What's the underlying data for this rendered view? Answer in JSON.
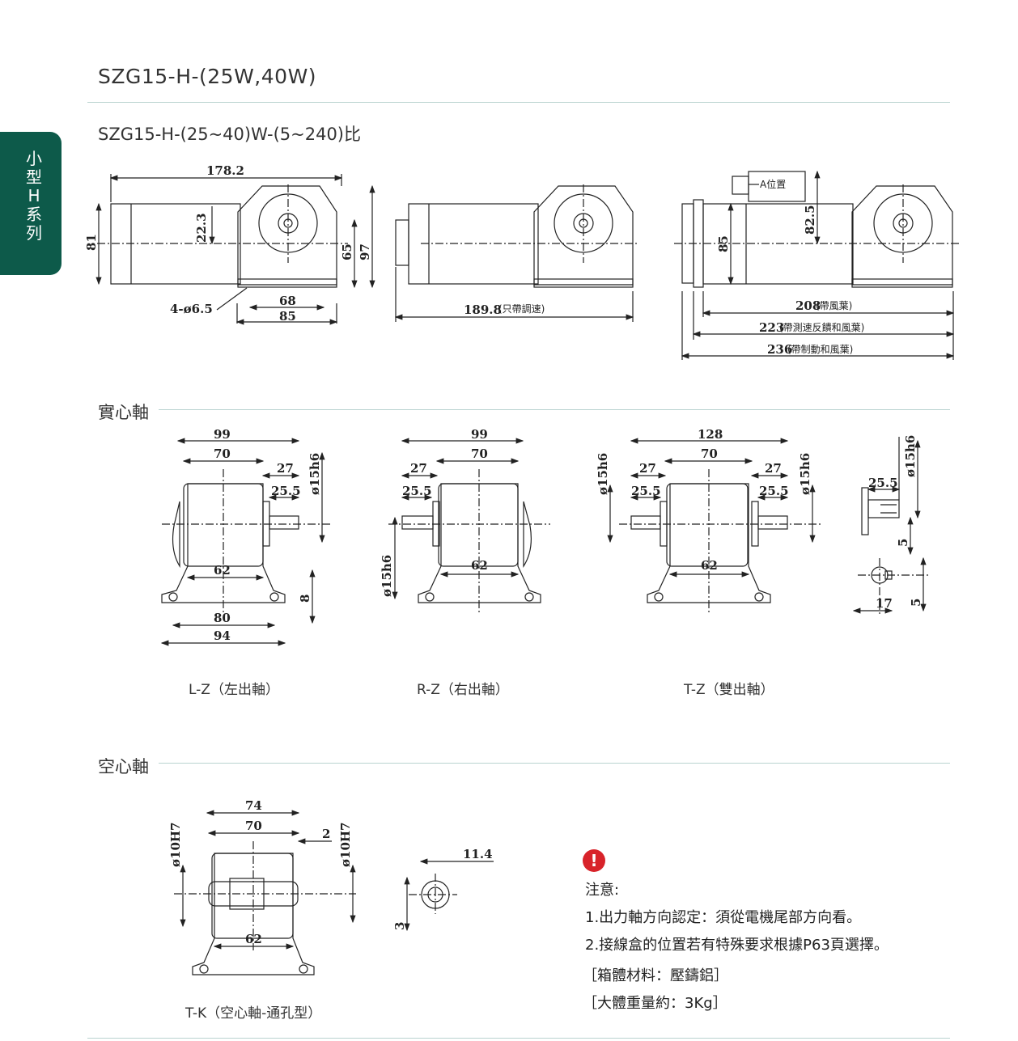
{
  "side_tab": {
    "label": "小型H系列"
  },
  "header": {
    "title": "SZG15-H-(25W,40W)",
    "subtitle": "SZG15-H-(25~40)W-(5~240)比"
  },
  "top_views": {
    "view1": {
      "d_length": "178.2",
      "d_height_left": "81",
      "d_22_3": "22.3",
      "d_65": "65",
      "d_97": "97",
      "d_holes": "4-ø6.5",
      "d_68": "68",
      "d_85": "85"
    },
    "view2": {
      "d_length": "189.8",
      "d_length_note": "(只帶調速)"
    },
    "view3": {
      "a_pos": "A位置",
      "d_85": "85",
      "d_82_5": "82.5",
      "d_208": "208",
      "d_208_note": "(帶風葉)",
      "d_223": "223",
      "d_223_note": "(帶測速反饋和風葉)",
      "d_236": "236",
      "d_236_note": "(帶制動和風葉)"
    }
  },
  "solid_shaft": {
    "section_title": "實心軸",
    "lz": {
      "d99": "99",
      "d70": "70",
      "d27": "27",
      "d25_5": "25.5",
      "d15h6": "ø15h6",
      "d62": "62",
      "d8": "8",
      "d80": "80",
      "d94": "94",
      "caption": "L-Z（左出軸）"
    },
    "rz": {
      "d99": "99",
      "d70": "70",
      "d27": "27",
      "d25_5": "25.5",
      "d15h6": "ø15h6",
      "d62": "62",
      "caption": "R-Z（右出軸）"
    },
    "tz": {
      "d128": "128",
      "d70": "70",
      "d27a": "27",
      "d27b": "27",
      "d25_5a": "25.5",
      "d25_5b": "25.5",
      "d15h6a": "ø15h6",
      "d15h6b": "ø15h6",
      "d62": "62",
      "caption": "T-Z（雙出軸）"
    },
    "detail": {
      "d15h6": "ø15h6",
      "d25_5": "25.5",
      "d5a": "5",
      "d17": "17",
      "d5b": "5"
    }
  },
  "hollow_shaft": {
    "section_title": "空心軸",
    "tk": {
      "d74": "74",
      "d70": "70",
      "d2": "2",
      "d10h7a": "ø10H7",
      "d10h7b": "ø10H7",
      "d62": "62",
      "d11_4": "11.4",
      "d3": "3",
      "caption": "T-K（空心軸-通孔型）"
    }
  },
  "notes": {
    "icon": "!",
    "heading": "注意:",
    "line1": "1.出力軸方向認定：須從電機尾部方向看。",
    "line2": "2.接線盒的位置若有特殊要求根據P63頁選擇。",
    "material": "［箱體材料：壓鑄鋁］",
    "weight": "［大體重量約：3Kg］"
  },
  "colors": {
    "brand": "#0d5a4a",
    "rule": "#b9d3d0",
    "warning": "#d8232a"
  }
}
